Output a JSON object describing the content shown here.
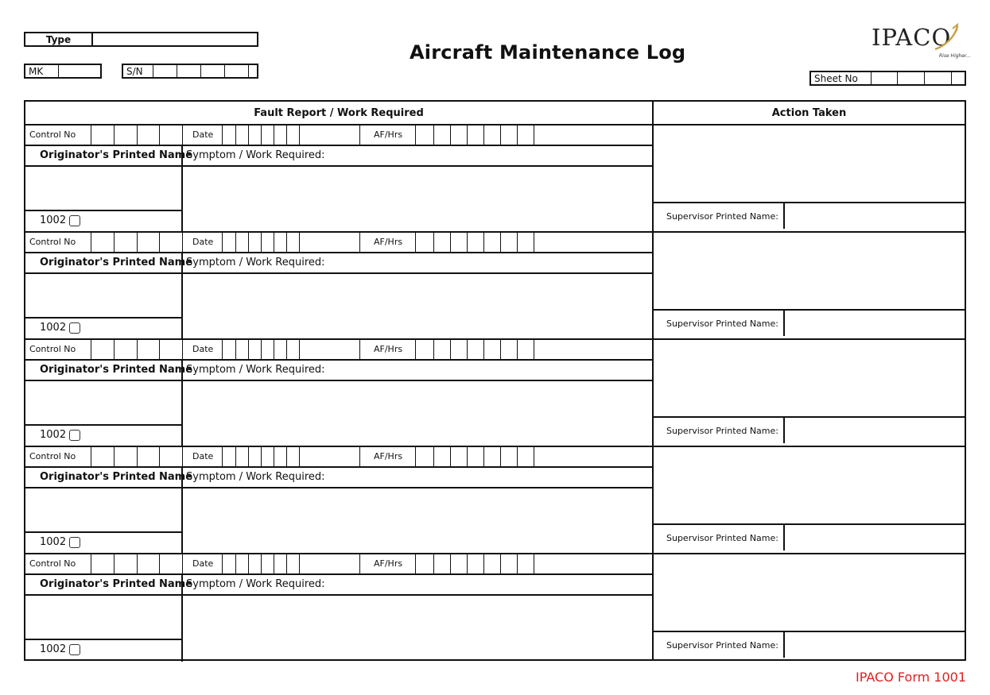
{
  "header": {
    "type_label": "Type",
    "mk_label": "MK",
    "sn_label": "S/N",
    "title": "Aircraft Maintenance Log",
    "sheet_label": "Sheet No"
  },
  "logo": {
    "text": "IPACO",
    "tagline": "Rise Higher...",
    "accent_color": "#c9a24a"
  },
  "table": {
    "left_header": "Fault Report / Work Required",
    "right_header": "Action Taken"
  },
  "rows": [
    {
      "control_label": "Control No",
      "date_label": "Date",
      "afhrs_label": "AF/Hrs",
      "originator_label": "Originator's Printed Name",
      "symptom_label": "Symptom / Work Required:",
      "code_label": "1002",
      "supervisor_label": "Supervisor Printed Name:"
    },
    {
      "control_label": "Control No",
      "date_label": "Date",
      "afhrs_label": "AF/Hrs",
      "originator_label": "Originator's Printed Name",
      "symptom_label": "Symptom / Work Required:",
      "code_label": "1002",
      "supervisor_label": "Supervisor Printed Name:"
    },
    {
      "control_label": "Control No",
      "date_label": "Date",
      "afhrs_label": "AF/Hrs",
      "originator_label": "Originator's Printed Name",
      "symptom_label": "Symptom / Work Required:",
      "code_label": "1002",
      "supervisor_label": "Supervisor Printed Name:"
    },
    {
      "control_label": "Control No",
      "date_label": "Date",
      "afhrs_label": "AF/Hrs",
      "originator_label": "Originator's Printed Name",
      "symptom_label": "Symptom / Work Required:",
      "code_label": "1002",
      "supervisor_label": "Supervisor Printed Name:"
    },
    {
      "control_label": "Control No",
      "date_label": "Date",
      "afhrs_label": "AF/Hrs",
      "originator_label": "Originator's Printed Name",
      "symptom_label": "Symptom / Work Required:",
      "code_label": "1002",
      "supervisor_label": "Supervisor Printed Name:"
    }
  ],
  "footer": {
    "form_label": "IPACO Form 1001",
    "color": "#e02020"
  }
}
